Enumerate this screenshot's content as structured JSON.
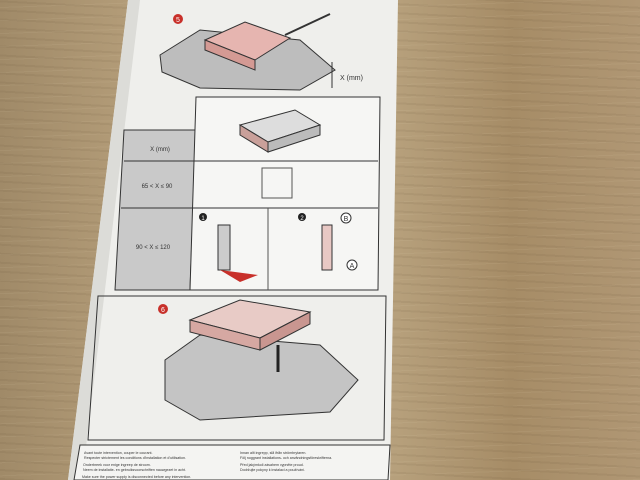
{
  "step5": {
    "number": "5",
    "dimension_label": "X (mm)"
  },
  "table": {
    "header": "X (mm)",
    "row1": "65 < X ≤ 90",
    "row2": "90 < X ≤ 120",
    "option1": "1",
    "option2": "2",
    "marker_a": "A",
    "marker_b": "B"
  },
  "step6": {
    "number": "6"
  },
  "footer": {
    "left": [
      "Avant toute intervention, couper le courant.",
      "Respecter strictement les conditions d'installation et d'utilisation.",
      "Onderbreek voor enige ingreep de stroom.",
      "Neem de installatie- en gebruiksvoorschriften nauwgezet in acht.",
      "Make sure the power supply is disconnected before any intervention."
    ],
    "right": [
      "Innan allt ingrepp, slå ifrån strömbrytaren.",
      "Följ noggrant installations- och användningsföreskrifterna.",
      "Před jakýmkoli zásahem vypněte proud.",
      "Dodržujte pokyny k instalaci a používání."
    ]
  },
  "colors": {
    "accent_red": "#c8302a",
    "paper": "#f2f2f0",
    "table_gray": "#c9c9c9",
    "wood": "#ab9370"
  }
}
